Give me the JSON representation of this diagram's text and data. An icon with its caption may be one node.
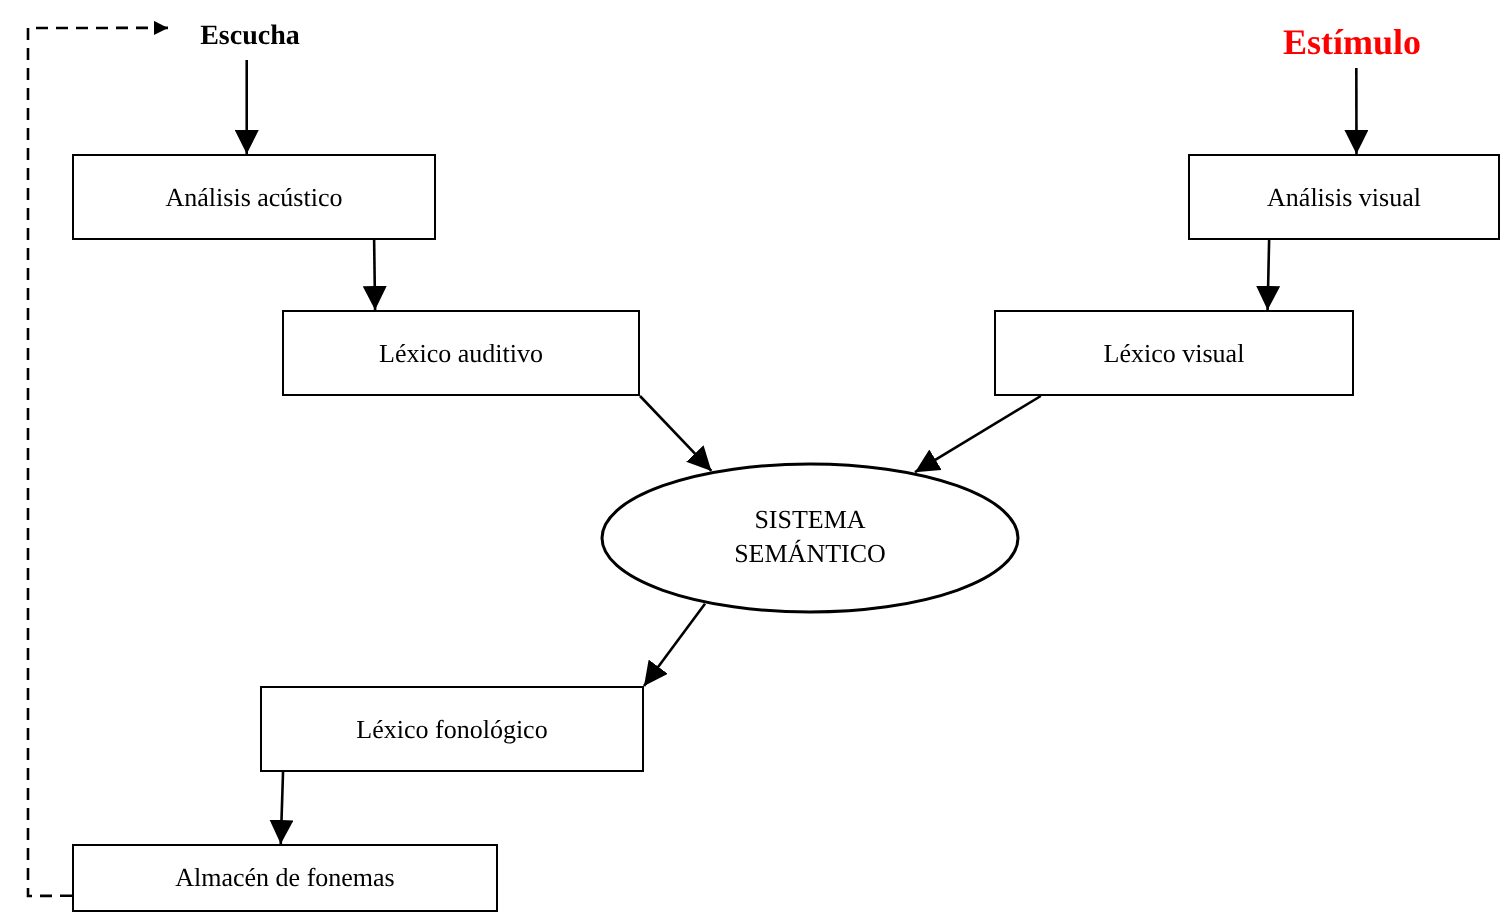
{
  "diagram": {
    "nodes": [
      {
        "text": [
          "Escucha"
        ]
      },
      {
        "text": [
          "Estímulo"
        ]
      },
      {
        "text": [
          "Análisis acústico"
        ]
      },
      {
        "text": [
          "Análisis visual"
        ]
      },
      {
        "text": [
          "Léxico auditivo"
        ]
      },
      {
        "text": [
          "Léxico visual"
        ]
      },
      {
        "text": [
          "SISTEMA SEMÁNTICO"
        ]
      },
      {
        "text": [
          "Léxico fonológico"
        ]
      },
      {
        "text": [
          "Almacén de fonemas"
        ]
      }
    ],
    "edges": [
      {
        "from": 0,
        "to": 2,
        "arrow": "to"
      },
      {
        "from": 2,
        "to": 4,
        "arrow": "to"
      },
      {
        "from": 1,
        "to": 3,
        "arrow": "to"
      },
      {
        "from": 3,
        "to": 5,
        "arrow": "to"
      },
      {
        "from": 4,
        "to": 6,
        "arrow": "to"
      },
      {
        "from": 5,
        "to": 6,
        "arrow": "to"
      },
      {
        "from": 6,
        "to": 7,
        "arrow": "to"
      },
      {
        "from": 7,
        "to": 8,
        "arrow": "to"
      },
      {
        "from": 8,
        "to": 0,
        "arrow": "to",
        "style": "dashed"
      }
    ]
  }
}
